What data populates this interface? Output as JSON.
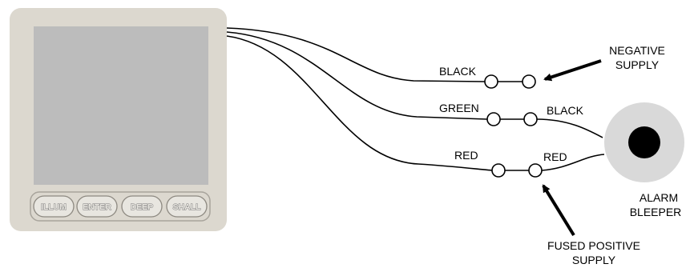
{
  "display_unit": {
    "buttons": [
      "ILLUM",
      "ENTER",
      "DEEP",
      "SHALL"
    ]
  },
  "wires": {
    "black_label": "BLACK",
    "green_label": "GREEN",
    "green_to_bleeper_label": "BLACK",
    "red_label": "RED",
    "red_to_bleeper_label": "RED"
  },
  "callouts": {
    "negative_supply": [
      "NEGATIVE",
      "SUPPLY"
    ],
    "alarm_bleeper": [
      "ALARM",
      "BLEEPER"
    ],
    "fused_positive_supply": [
      "FUSED POSITIVE",
      "SUPPLY"
    ]
  },
  "colors": {
    "housing": "#dcd8cf",
    "screen": "#bcbcbc",
    "bleeper": "#d9d9d9",
    "bleeper_center": "#000000"
  }
}
